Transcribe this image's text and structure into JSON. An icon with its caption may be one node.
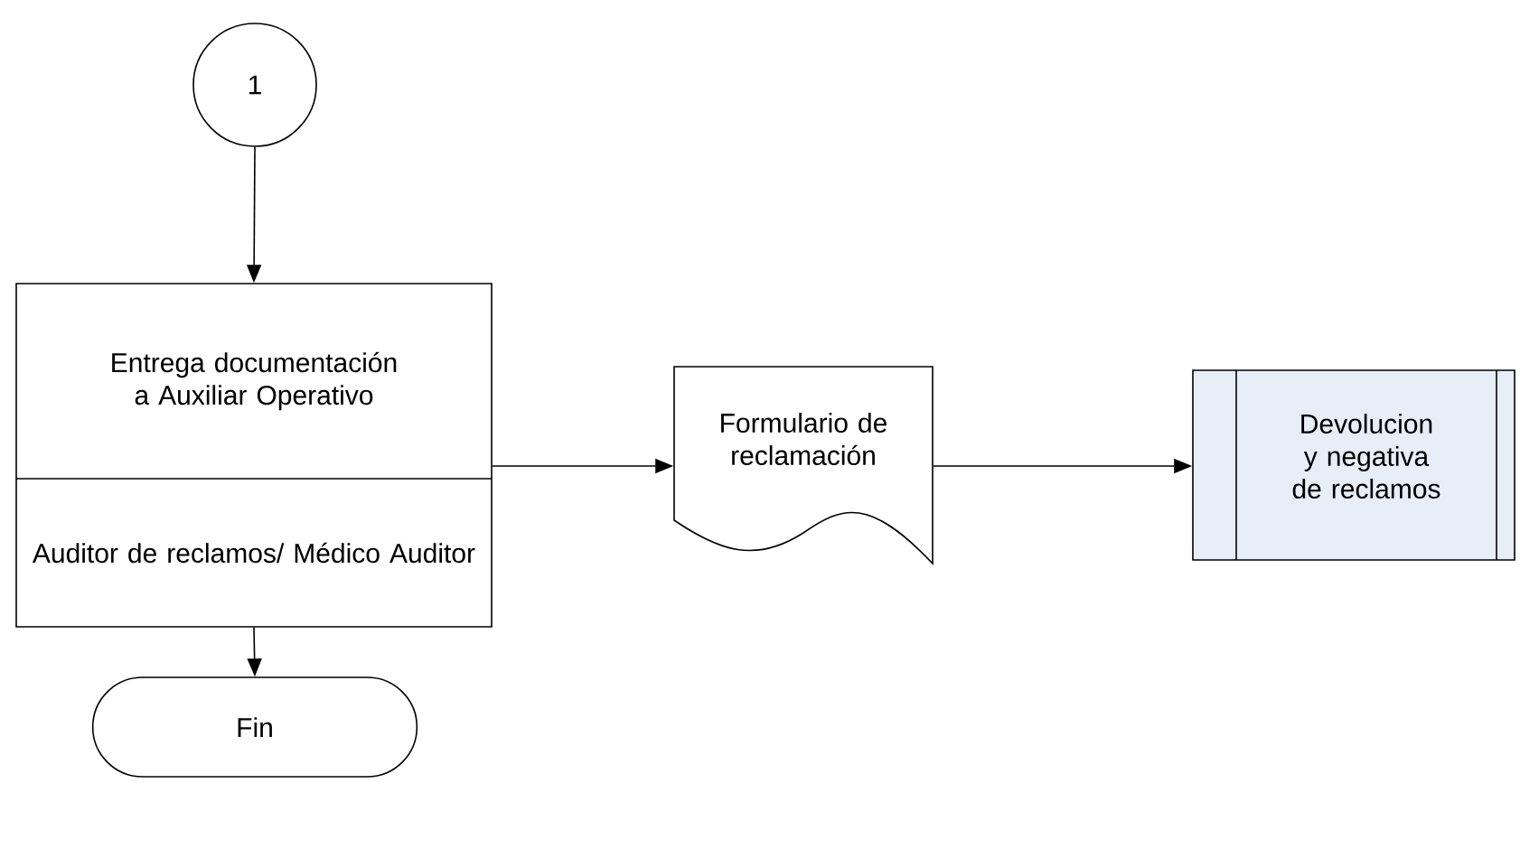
{
  "diagram": {
    "nodes": [
      {
        "text": [
          "1"
        ]
      },
      {
        "text": [
          "Entrega documentación a Auxiliar Operativo",
          "Auditor de reclamos/ Médico Auditor"
        ]
      },
      {
        "text": [
          "Fin"
        ]
      },
      {
        "text": [
          "Formulario de reclamación"
        ]
      },
      {
        "text": [
          "Devolucion y negativa de reclamos"
        ]
      }
    ],
    "edges": [
      {
        "from": 0,
        "to": 1,
        "arrow": "to"
      },
      {
        "from": 1,
        "to": 3,
        "arrow": "to"
      },
      {
        "from": 3,
        "to": 4,
        "arrow": "to"
      },
      {
        "from": 1,
        "to": 2,
        "arrow": "to"
      }
    ]
  }
}
